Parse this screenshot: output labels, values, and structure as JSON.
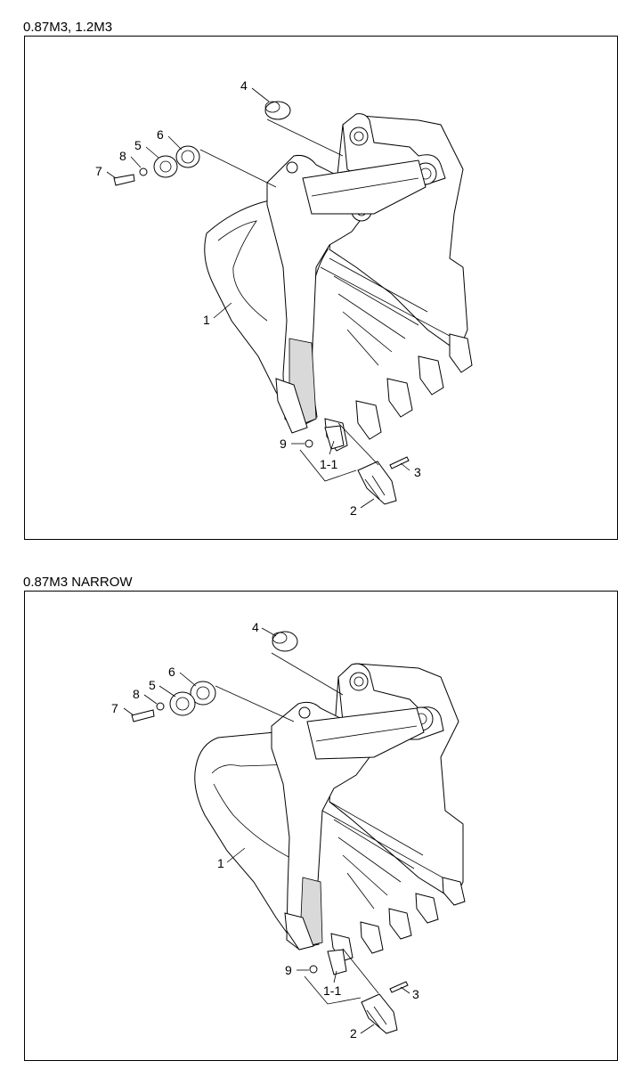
{
  "diagrams": [
    {
      "caption": "0.87M3, 1.2M3",
      "callouts": {
        "c1": "1",
        "c1_1": "1-1",
        "c2": "2",
        "c3": "3",
        "c4": "4",
        "c5": "5",
        "c6": "6",
        "c7": "7",
        "c8": "8",
        "c9": "9"
      }
    },
    {
      "caption": "0.87M3 NARROW",
      "callouts": {
        "c1": "1",
        "c1_1": "1-1",
        "c2": "2",
        "c3": "3",
        "c4": "4",
        "c5": "5",
        "c6": "6",
        "c7": "7",
        "c8": "8",
        "c9": "9"
      }
    }
  ]
}
